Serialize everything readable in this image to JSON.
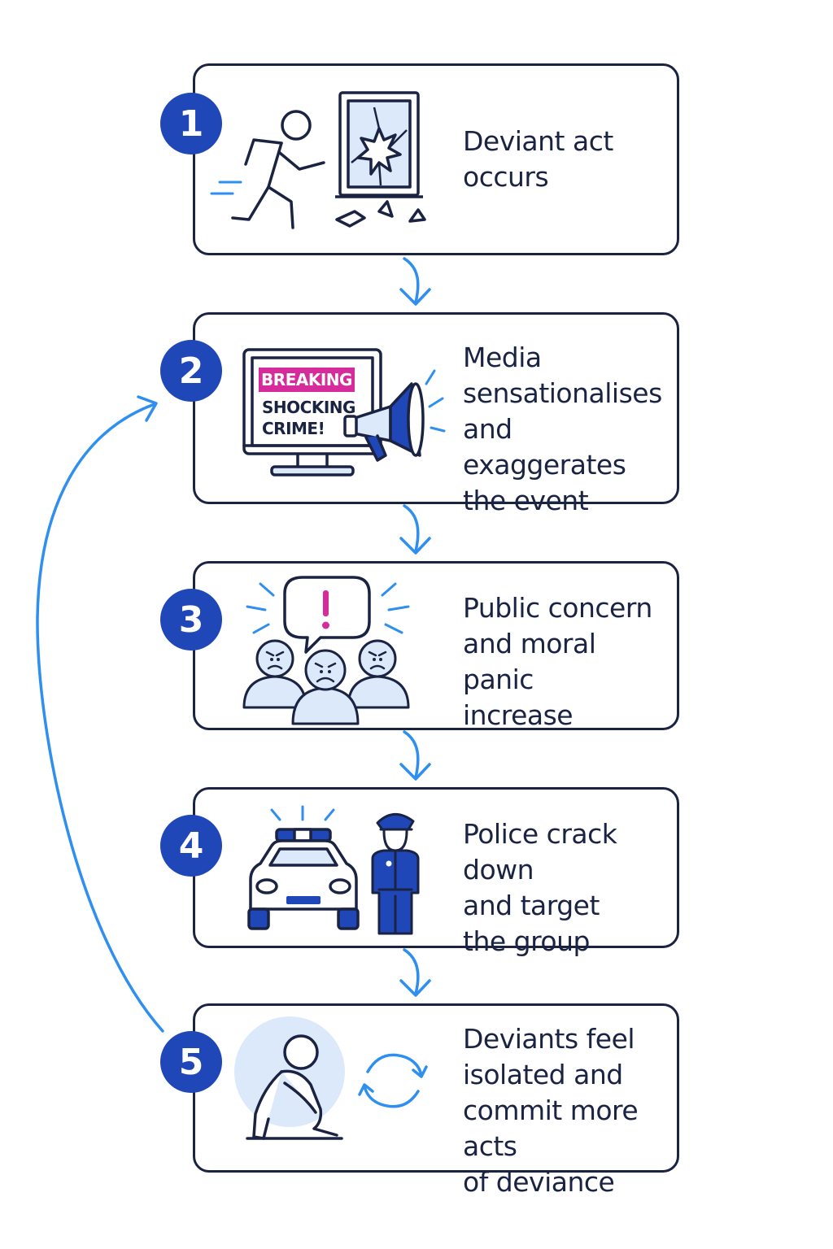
{
  "steps": [
    {
      "number": "1",
      "text": "Deviant act\noccurs"
    },
    {
      "number": "2",
      "text": "Media\nsensationalises\nand exaggerates\nthe event"
    },
    {
      "number": "3",
      "text": "Public concern\nand moral panic\nincrease"
    },
    {
      "number": "4",
      "text": "Police crack down\nand target\nthe group"
    },
    {
      "number": "5",
      "text": "Deviants feel\nisolated and\ncommit more acts\nof deviance"
    }
  ],
  "screen": {
    "breaking": "BREAKING",
    "headline": "SHOCKING\nCRIME!"
  },
  "colors": {
    "navy": "#1a2342",
    "badge": "#1f47b8",
    "arrow": "#2f8ff0",
    "accent": "#d62c9b",
    "fill": "#dbe9fb"
  },
  "icons": [
    "running-person-icon",
    "broken-window-icon",
    "tv-icon",
    "megaphone-icon",
    "alarm-bubble-icon",
    "angry-crowd-icon",
    "police-car-icon",
    "police-officer-icon",
    "sad-person-icon",
    "cycle-arrows-icon"
  ]
}
